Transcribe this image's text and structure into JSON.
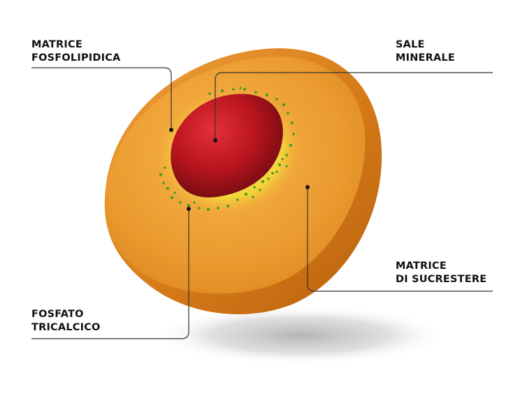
{
  "labels": {
    "matrice_fosfolipidica": {
      "line1": "MATRICE",
      "line2": "FOSFOLIPIDICA"
    },
    "sale_minerale": {
      "line1": "SALE",
      "line2": "MINERALE"
    },
    "matrice_sucrestere": {
      "line1": "MATRICE",
      "line2": "DI SUCRESTERE"
    },
    "fosfato_tricalcico": {
      "line1": "FOSFATO",
      "line2": "TRICALCICO"
    }
  },
  "colors": {
    "outer_shell": "#e0861e",
    "cut_face": "#f1a63a",
    "yellow_layer": "#f3dc3a",
    "red_core": "#b3141d",
    "green_particles": "#3f9a1f",
    "leader_lines": "#333333",
    "shadow": "#c8c8c8"
  }
}
